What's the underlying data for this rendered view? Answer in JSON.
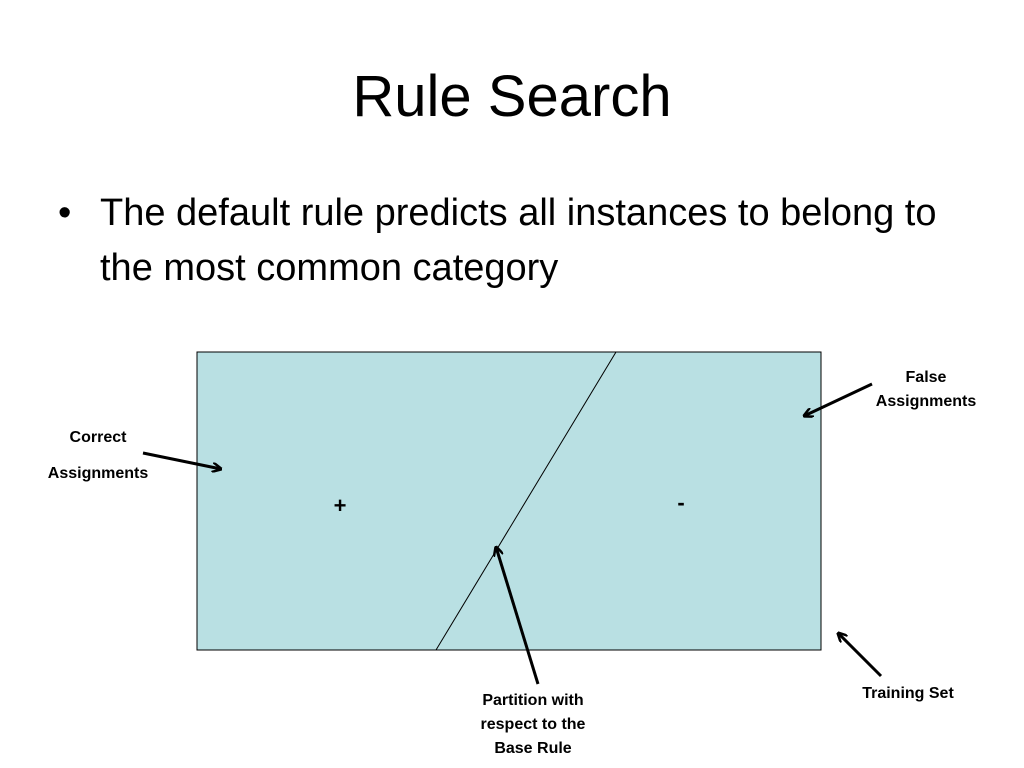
{
  "slide": {
    "title": "Rule Search",
    "bullet_glyph": "•",
    "bullets": [
      "The default rule predicts all instances to belong to the most common category"
    ]
  },
  "diagram": {
    "region_fill": "#b9e0e3",
    "plus_label": "+",
    "minus_label": "-",
    "correct_label_line1": "Correct",
    "correct_label_line2": "Assignments",
    "false_label_line1": "False",
    "false_label_line2": "Assignments",
    "partition_label_line1": "Partition with",
    "partition_label_line2": "respect to the",
    "partition_label_line3": "Base Rule",
    "training_label": "Training Set"
  }
}
